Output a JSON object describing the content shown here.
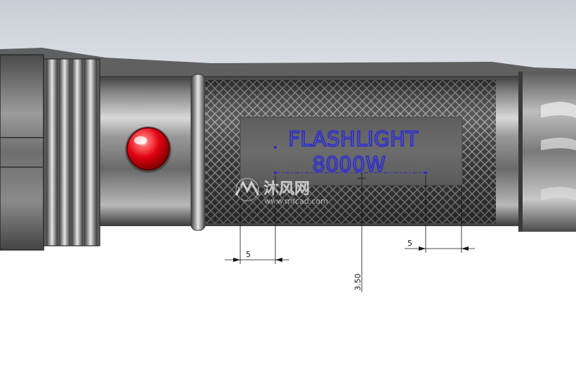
{
  "engraving": {
    "line1": "FLASHLIGHT",
    "line2": "8000W"
  },
  "dimensions": {
    "left_width": "5",
    "right_width": "5",
    "vertical_offset": "3.50"
  },
  "watermark": {
    "brand": "沐风网",
    "url": "www.mfcad.com"
  },
  "colors": {
    "engrave": "#2a2ad8",
    "button": "#e00010",
    "body": "#6a6a6a"
  }
}
